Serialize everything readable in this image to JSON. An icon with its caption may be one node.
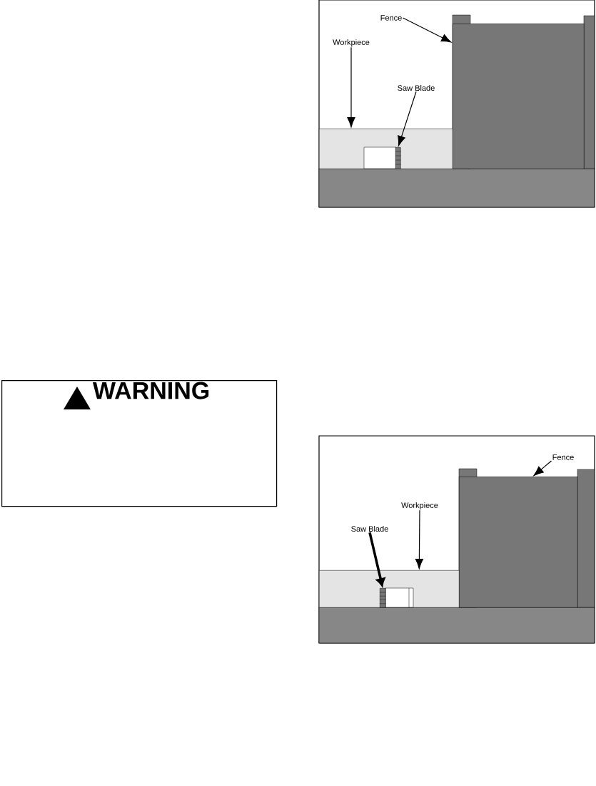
{
  "diagram": {
    "nodes": [
      {
        "text": [
          "WARNING"
        ]
      },
      {
        "text": [
          "Fence"
        ]
      },
      {
        "text": [],
        "shape": "box"
      },
      {
        "text": [
          "Workpiece"
        ]
      },
      {
        "text": [],
        "shape": "box"
      },
      {
        "text": [
          "Saw Blade"
        ]
      },
      {
        "text": [],
        "shape": "bar",
        "in": 4
      },
      {
        "text": [
          "Fence"
        ]
      },
      {
        "text": [],
        "shape": "box"
      },
      {
        "text": [
          "Workpiece"
        ]
      },
      {
        "text": [],
        "shape": "box"
      },
      {
        "text": [
          "Saw Blade"
        ]
      },
      {
        "text": [],
        "shape": "bar",
        "in": 10
      }
    ],
    "edges": [
      {
        "from": 1,
        "to": 2,
        "arrow": "to"
      },
      {
        "from": 3,
        "to": 4,
        "arrow": "to"
      },
      {
        "from": 5,
        "to": 6,
        "arrow": "to"
      },
      {
        "from": 7,
        "to": 8,
        "arrow": "to"
      },
      {
        "from": 9,
        "to": 10,
        "arrow": "to"
      },
      {
        "from": 11,
        "to": 12,
        "arrow": "to",
        "style": "thick"
      }
    ]
  }
}
